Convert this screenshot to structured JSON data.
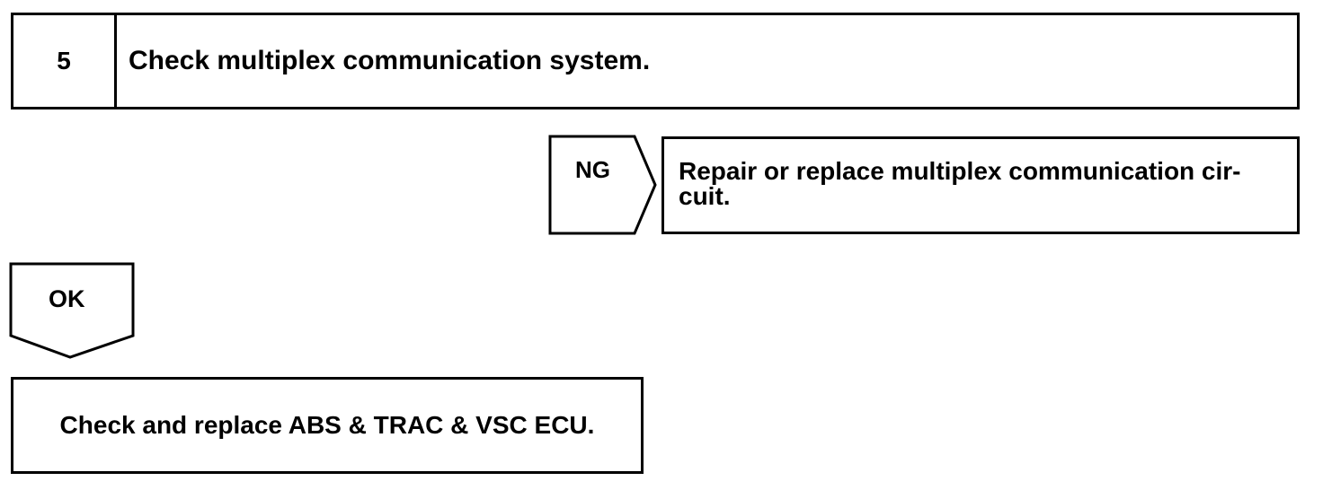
{
  "step": {
    "number": "5",
    "title": "Check multiplex communication system."
  },
  "ng_branch": {
    "label": "NG",
    "result": "Repair or replace multiplex communication cir-cuit."
  },
  "ok_branch": {
    "label": "OK"
  },
  "final_action": {
    "text": "Check and replace ABS & TRAC & VSC ECU."
  }
}
